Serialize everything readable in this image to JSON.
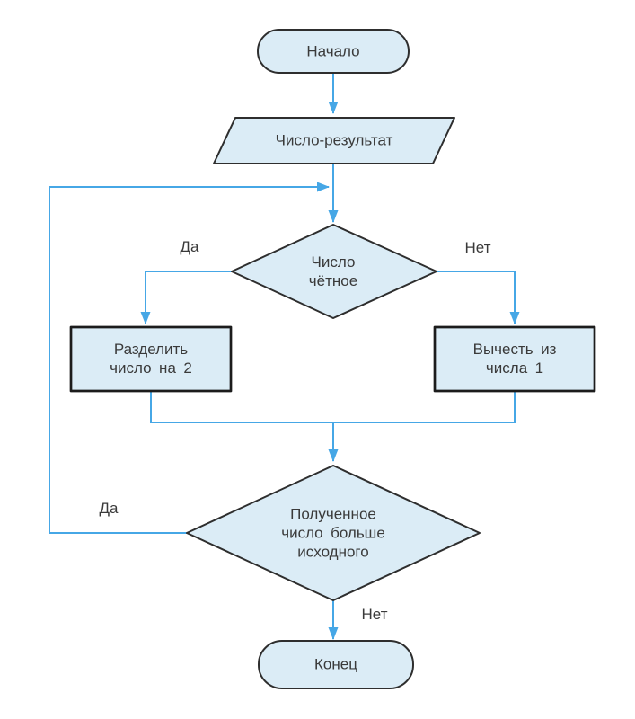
{
  "diagram": {
    "colors": {
      "bg": "#ffffff",
      "line": "#46a7e6",
      "node_fill": "#dbecf6",
      "node_stroke": "#2e2e2e",
      "process_stroke": "#1c1c1c",
      "text": "#3a3a3a"
    },
    "nodes": {
      "start": {
        "type": "terminator",
        "label": "Начало"
      },
      "input": {
        "type": "io",
        "label": "Число-результат"
      },
      "decision_even": {
        "type": "decision",
        "label": "Число\nчётное"
      },
      "divide": {
        "type": "process",
        "label": "Разделить\nчисло на 2"
      },
      "subtract": {
        "type": "process",
        "label": "Вычесть из\nчисла 1"
      },
      "decision_greater": {
        "type": "decision",
        "label": "Полученное\nчисло больше\nисходного"
      },
      "end": {
        "type": "terminator",
        "label": "Конец"
      }
    },
    "edge_labels": {
      "even_yes": "Да",
      "even_no": "Нет",
      "greater_yes": "Да",
      "greater_no": "Нет"
    }
  }
}
